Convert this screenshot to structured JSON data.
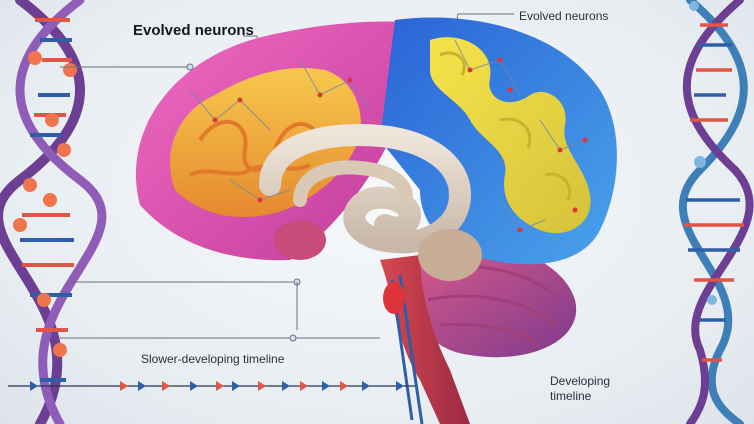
{
  "labels": {
    "evolved_neurons_main": "Evolved neurons",
    "evolved_neurons_secondary": "Evolved neurons",
    "slower_timeline": "Slower-developing timeline",
    "developing_timeline": "Developing timeline"
  },
  "colors": {
    "frontal_lobe": "#e15ab4",
    "inner_cortex": "#f0a63c",
    "parietal_lobe": "#2e7fe0",
    "parietal_fold": "#f2dc3a",
    "occipital": "#c9cf4a",
    "limbic": "#ddd0c2",
    "cerebellum": "#b1417e",
    "brainstem": "#c2344a",
    "dna_strand": "#5b3a8a",
    "timeline_red": "#e05545",
    "timeline_blue": "#2f5ea8"
  }
}
